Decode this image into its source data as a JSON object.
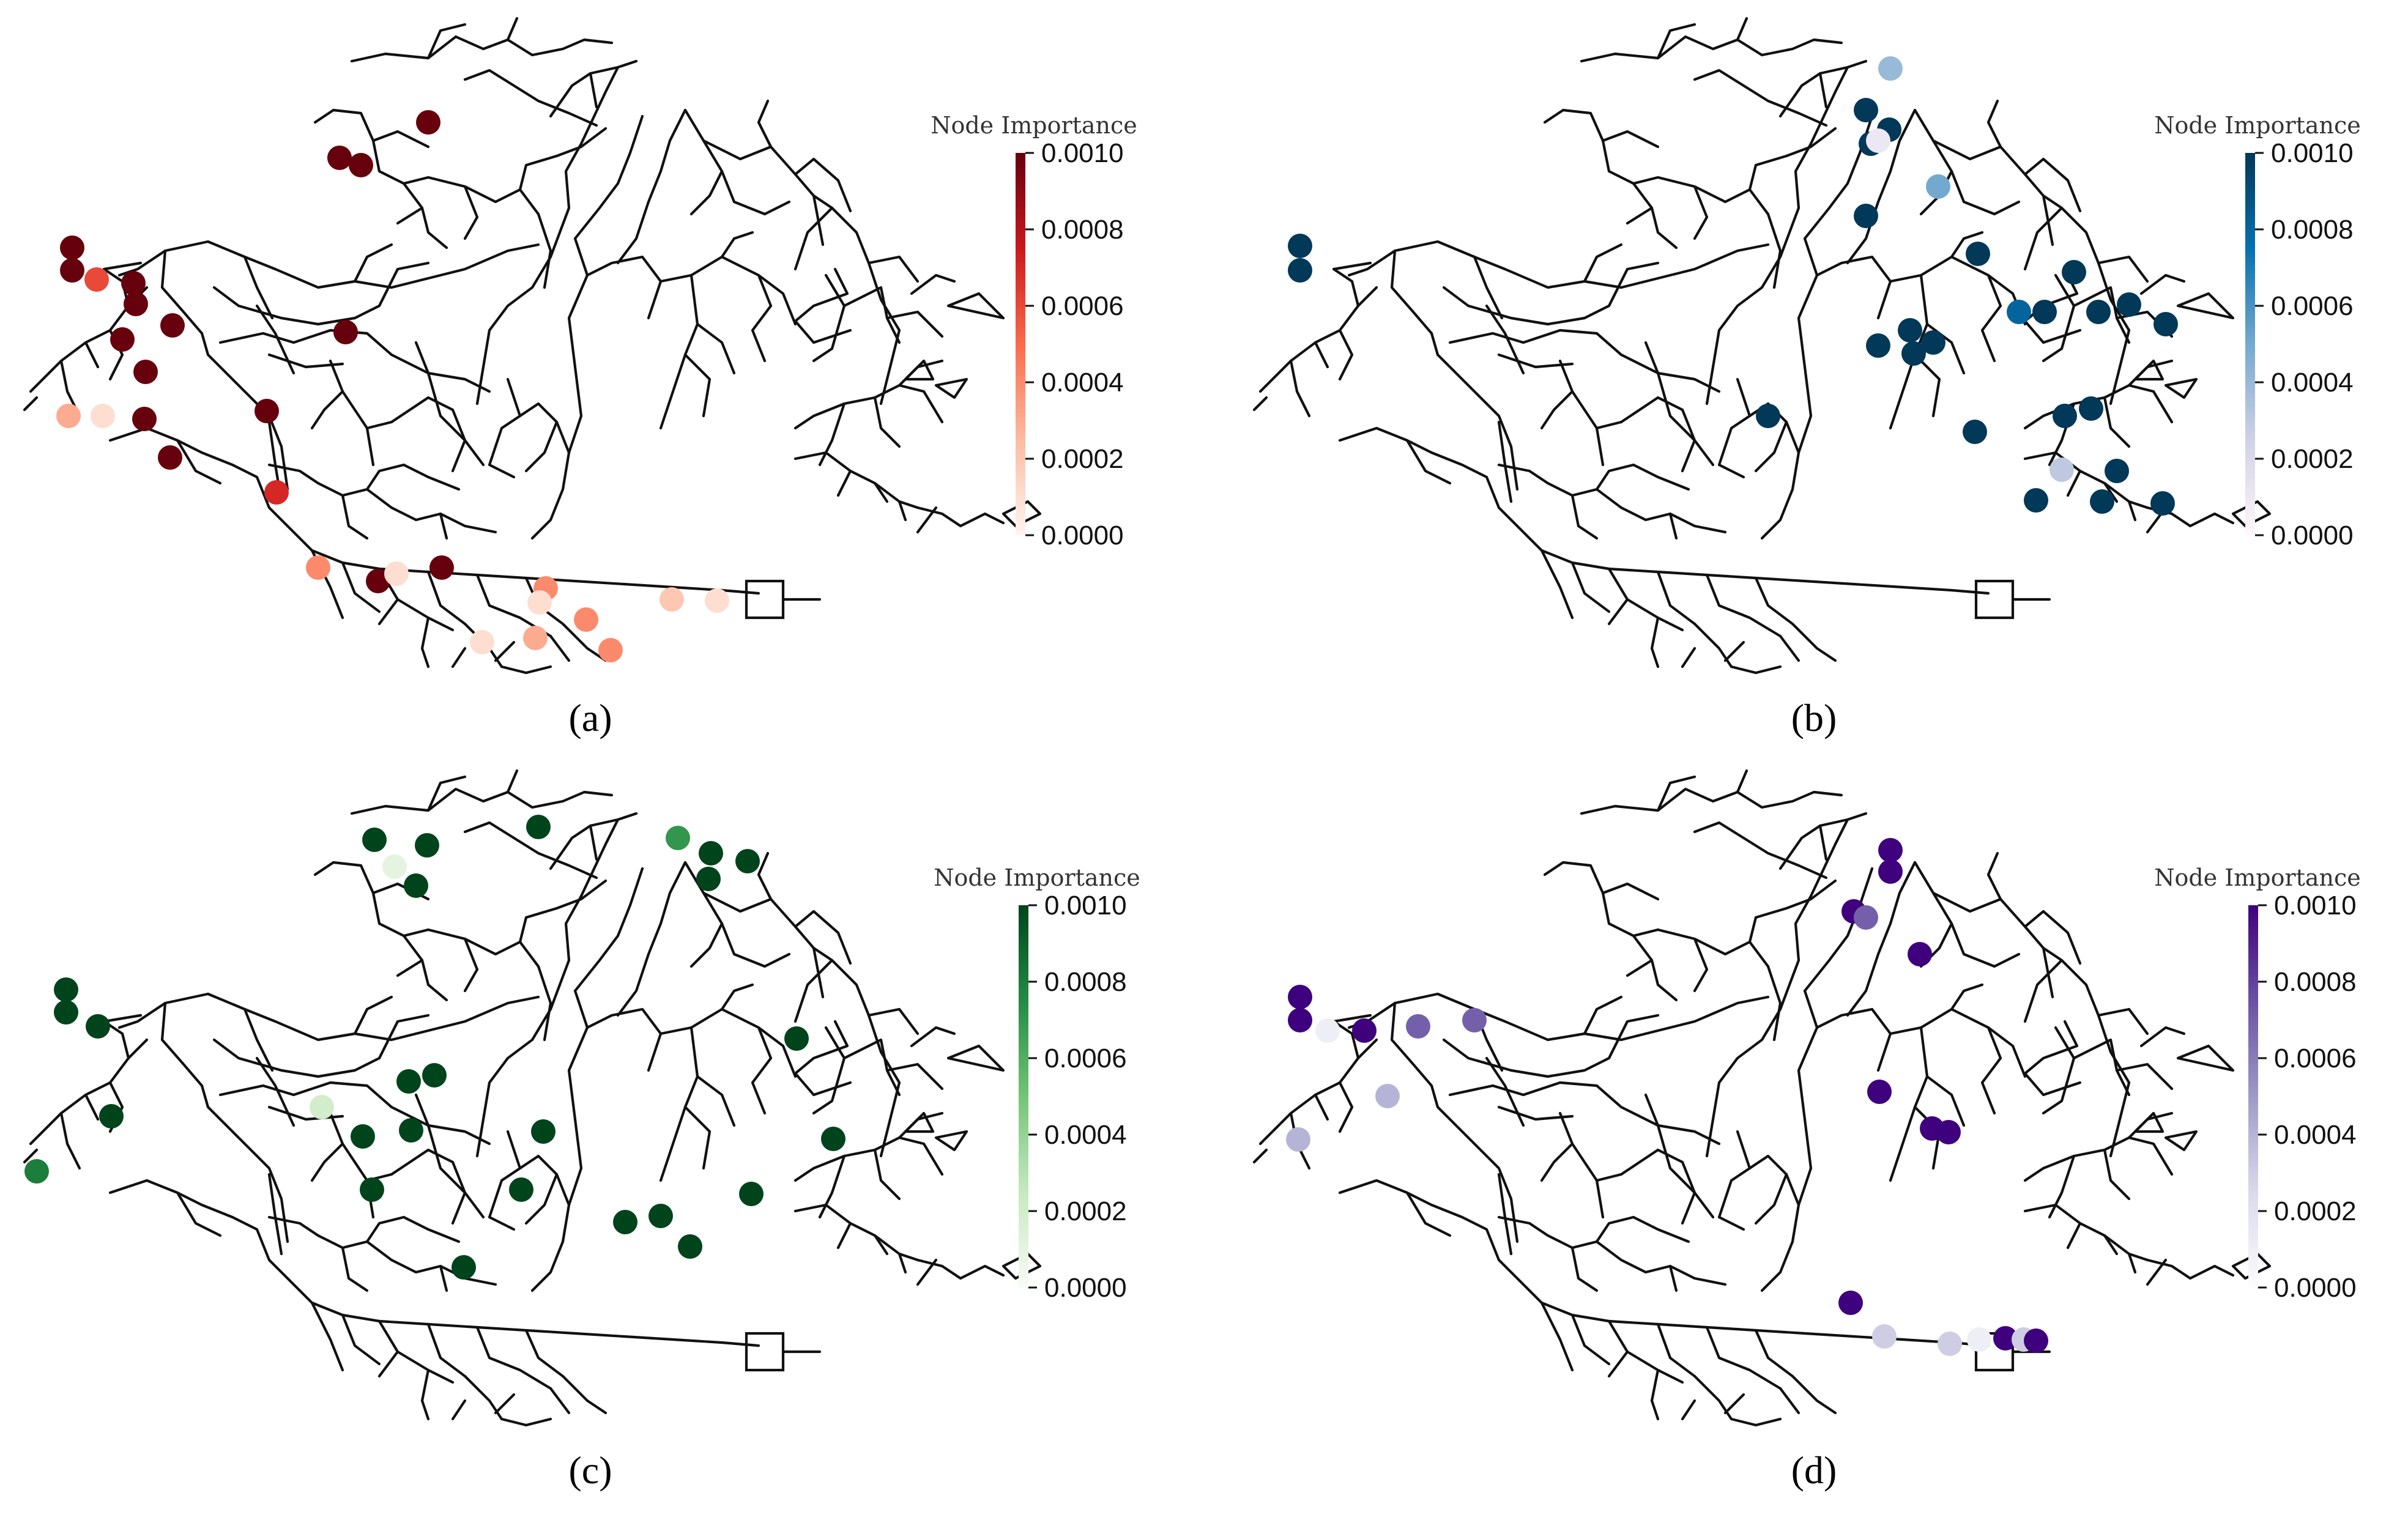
{
  "colorbar": {
    "title": "Node Importance",
    "ticks": [
      "0.0010",
      "0.0008",
      "0.0006",
      "0.0004",
      "0.0002",
      "0.0000"
    ],
    "range": [
      0,
      0.001
    ]
  },
  "panels": [
    {
      "id": "a",
      "caption_label": "(a)",
      "colormap": "Reds",
      "colors": [
        "#fff5f0",
        "#fcbba1",
        "#fb6a4a",
        "#cb181d",
        "#67000d"
      ],
      "nodes": [
        {
          "id": 1,
          "importance": 0.001
        },
        {
          "id": 2,
          "importance": 0.001
        },
        {
          "id": 3,
          "importance": 0.001
        },
        {
          "id": 4,
          "importance": 0.001
        },
        {
          "id": 5,
          "importance": 0.001
        },
        {
          "id": 6,
          "importance": 0.0006
        },
        {
          "id": 7,
          "importance": 0.001
        },
        {
          "id": 8,
          "importance": 0.001
        },
        {
          "id": 9,
          "importance": 0.001
        },
        {
          "id": 10,
          "importance": 0.001
        },
        {
          "id": 11,
          "importance": 0.001
        },
        {
          "id": 12,
          "importance": 0.001
        },
        {
          "id": 13,
          "importance": 0.0003
        },
        {
          "id": 14,
          "importance": 0.0001
        },
        {
          "id": 15,
          "importance": 0.001
        },
        {
          "id": 16,
          "importance": 0.001
        },
        {
          "id": 17,
          "importance": 0.001
        },
        {
          "id": 18,
          "importance": 0.0007
        },
        {
          "id": 19,
          "importance": 0.0004
        },
        {
          "id": 20,
          "importance": 0.001
        },
        {
          "id": 21,
          "importance": 0.0001
        },
        {
          "id": 22,
          "importance": 0.001
        },
        {
          "id": 23,
          "importance": 0.0004
        },
        {
          "id": 24,
          "importance": 0.0001
        },
        {
          "id": 25,
          "importance": 0.0004
        },
        {
          "id": 26,
          "importance": 0.0003
        },
        {
          "id": 27,
          "importance": 0.0001
        },
        {
          "id": 28,
          "importance": 0.0004
        },
        {
          "id": 29,
          "importance": 0.0002
        },
        {
          "id": 30,
          "importance": 0.0001
        }
      ]
    },
    {
      "id": "b",
      "caption_label": "(b)",
      "colormap": "PuBu",
      "colors": [
        "#fff7fb",
        "#d0d1e6",
        "#74a9cf",
        "#0570b0",
        "#023858"
      ],
      "nodes": [
        {
          "id": 1,
          "importance": 0.0004
        },
        {
          "id": 2,
          "importance": 0.001
        },
        {
          "id": 3,
          "importance": 0.001
        },
        {
          "id": 4,
          "importance": 0.001
        },
        {
          "id": 5,
          "importance": 0.0001
        },
        {
          "id": 6,
          "importance": 0.0005
        },
        {
          "id": 7,
          "importance": 0.001
        },
        {
          "id": 8,
          "importance": 0.001
        },
        {
          "id": 9,
          "importance": 0.001
        },
        {
          "id": 10,
          "importance": 0.001
        },
        {
          "id": 11,
          "importance": 0.001
        },
        {
          "id": 12,
          "importance": 0.001
        },
        {
          "id": 13,
          "importance": 0.001
        },
        {
          "id": 14,
          "importance": 0.001
        },
        {
          "id": 15,
          "importance": 0.001
        },
        {
          "id": 16,
          "importance": 0.001
        },
        {
          "id": 17,
          "importance": 0.001
        },
        {
          "id": 18,
          "importance": 0.001
        },
        {
          "id": 19,
          "importance": 0.001
        },
        {
          "id": 20,
          "importance": 0.0008
        },
        {
          "id": 21,
          "importance": 0.001
        },
        {
          "id": 22,
          "importance": 0.001
        },
        {
          "id": 23,
          "importance": 0.001
        },
        {
          "id": 24,
          "importance": 0.001
        },
        {
          "id": 25,
          "importance": 0.0003
        },
        {
          "id": 26,
          "importance": 0.001
        },
        {
          "id": 27,
          "importance": 0.001
        },
        {
          "id": 28,
          "importance": 0.001
        },
        {
          "id": 29,
          "importance": 0.001
        }
      ]
    },
    {
      "id": "c",
      "caption_label": "(c)",
      "colormap": "Greens",
      "colors": [
        "#f7fcf5",
        "#c7e9c0",
        "#74c476",
        "#238b45",
        "#00441b"
      ],
      "nodes": [
        {
          "id": 1,
          "importance": 0.001
        },
        {
          "id": 2,
          "importance": 0.001
        },
        {
          "id": 3,
          "importance": 0.001
        },
        {
          "id": 4,
          "importance": 0.001
        },
        {
          "id": 5,
          "importance": 0.0001
        },
        {
          "id": 6,
          "importance": 0.0007
        },
        {
          "id": 7,
          "importance": 0.001
        },
        {
          "id": 8,
          "importance": 0.001
        },
        {
          "id": 9,
          "importance": 0.001
        },
        {
          "id": 10,
          "importance": 0.001
        },
        {
          "id": 11,
          "importance": 0.001
        },
        {
          "id": 12,
          "importance": 0.001
        },
        {
          "id": 13,
          "importance": 0.001
        },
        {
          "id": 14,
          "importance": 0.0008
        },
        {
          "id": 15,
          "importance": 0.0002
        },
        {
          "id": 16,
          "importance": 0.001
        },
        {
          "id": 17,
          "importance": 0.001
        },
        {
          "id": 18,
          "importance": 0.001
        },
        {
          "id": 19,
          "importance": 0.001
        },
        {
          "id": 20,
          "importance": 0.001
        },
        {
          "id": 21,
          "importance": 0.001
        },
        {
          "id": 22,
          "importance": 0.001
        },
        {
          "id": 23,
          "importance": 0.001
        },
        {
          "id": 24,
          "importance": 0.001
        },
        {
          "id": 25,
          "importance": 0.001
        },
        {
          "id": 26,
          "importance": 0.001
        },
        {
          "id": 27,
          "importance": 0.001
        },
        {
          "id": 28,
          "importance": 0.001
        },
        {
          "id": 29,
          "importance": 0.001
        }
      ]
    },
    {
      "id": "d",
      "caption_label": "(d)",
      "colormap": "Purples",
      "colors": [
        "#fcfbfd",
        "#dadaeb",
        "#9e9ac8",
        "#6a51a3",
        "#3f007d"
      ],
      "nodes": [
        {
          "id": 1,
          "importance": 0.001
        },
        {
          "id": 2,
          "importance": 0.001
        },
        {
          "id": 3,
          "importance": 0.001
        },
        {
          "id": 4,
          "importance": 0.001
        },
        {
          "id": 5,
          "importance": 0.0007
        },
        {
          "id": 6,
          "importance": 0.001
        },
        {
          "id": 7,
          "importance": 0.001
        },
        {
          "id": 8,
          "importance": 0.001
        },
        {
          "id": 9,
          "importance": 0.0001
        },
        {
          "id": 10,
          "importance": 0.0007
        },
        {
          "id": 11,
          "importance": 0.0007
        },
        {
          "id": 12,
          "importance": 0.0003
        },
        {
          "id": 13,
          "importance": 0.0004
        },
        {
          "id": 14,
          "importance": 0.0004
        },
        {
          "id": 15,
          "importance": 0.001
        },
        {
          "id": 16,
          "importance": 0.001
        },
        {
          "id": 17,
          "importance": 0.001
        },
        {
          "id": 18,
          "importance": 0.001
        },
        {
          "id": 19,
          "importance": 0.0003
        },
        {
          "id": 20,
          "importance": 0.0003
        },
        {
          "id": 21,
          "importance": 0.0001
        },
        {
          "id": 22,
          "importance": 0.001
        },
        {
          "id": 23,
          "importance": 0.0003
        },
        {
          "id": 24,
          "importance": 0.001
        }
      ]
    }
  ]
}
